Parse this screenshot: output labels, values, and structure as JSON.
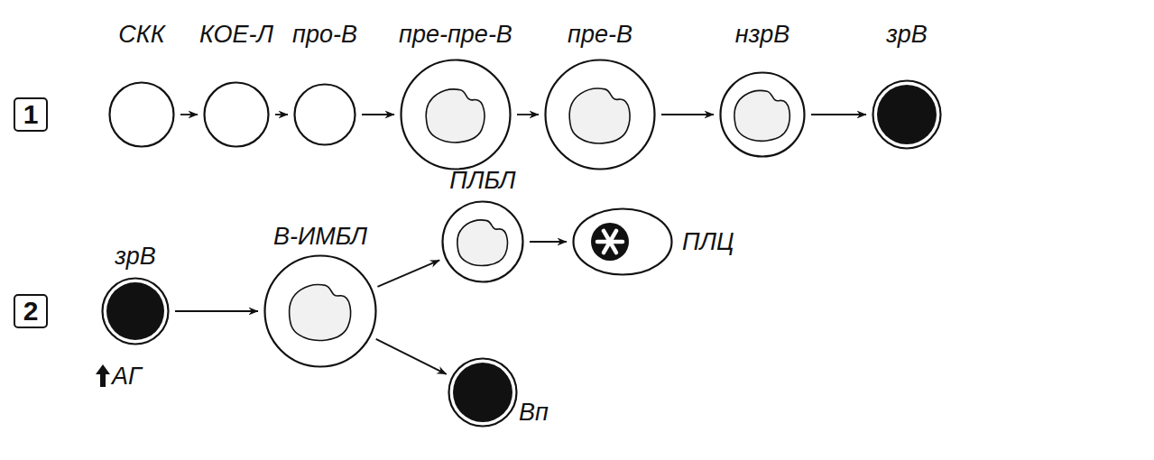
{
  "diagram": {
    "nodes": [
      {
        "text": [
          "1"
        ]
      },
      {
        "text": [
          "СКК"
        ]
      },
      {
        "text": [
          "КОЕ-Л"
        ]
      },
      {
        "text": [
          "про-В"
        ]
      },
      {
        "text": [
          "пре-пре-В"
        ]
      },
      {
        "text": [
          "пре-В"
        ]
      },
      {
        "text": [
          "нзрВ"
        ]
      },
      {
        "text": [
          "зрВ"
        ]
      },
      {
        "text": [
          "2"
        ]
      },
      {
        "text": [
          "зрВ"
        ]
      },
      {
        "text": [
          "В-ИМБЛ"
        ]
      },
      {
        "text": [
          "ПЛБЛ"
        ]
      },
      {
        "text": [
          "ПЛЦ"
        ]
      },
      {
        "text": [
          "Вп"
        ]
      }
    ],
    "edges": [
      {
        "from": 1,
        "to": 2,
        "arrow": "to"
      },
      {
        "from": 2,
        "to": 3,
        "arrow": "to"
      },
      {
        "from": 3,
        "to": 4,
        "arrow": "to"
      },
      {
        "from": 4,
        "to": 5,
        "arrow": "to"
      },
      {
        "from": 5,
        "to": 6,
        "arrow": "to"
      },
      {
        "from": 6,
        "to": 7,
        "arrow": "to"
      },
      {
        "from": 9,
        "to": 10,
        "arrow": "to"
      },
      {
        "from": 10,
        "to": 11,
        "arrow": "to"
      },
      {
        "from": 10,
        "to": 13,
        "arrow": "to"
      },
      {
        "from": 11,
        "to": 12,
        "arrow": "to"
      }
    ],
    "labels": [
      "АГ"
    ]
  }
}
